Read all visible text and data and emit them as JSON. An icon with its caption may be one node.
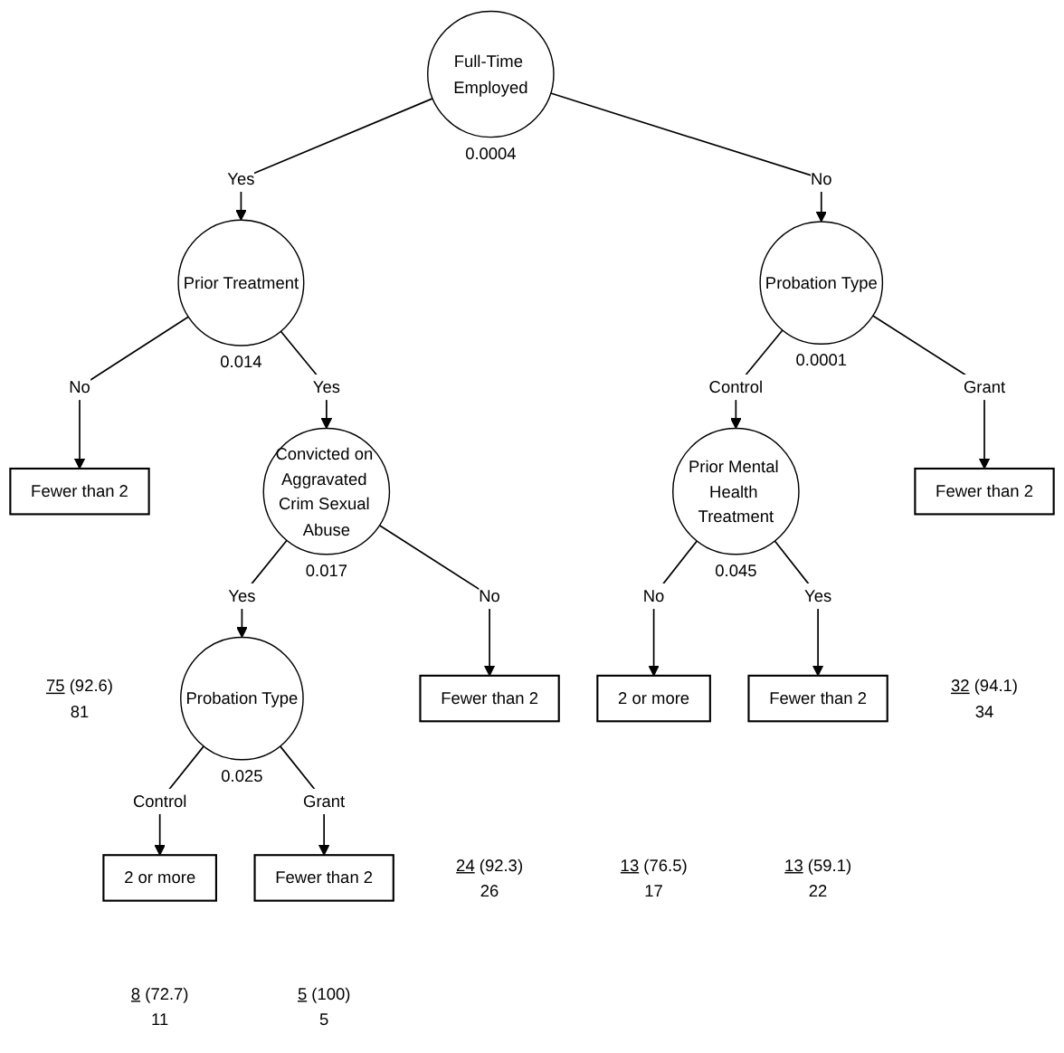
{
  "diagram": {
    "nodes": [
      {
        "text": [
          "Full-Time Employed"
        ],
        "beside": [
          "0.0004"
        ]
      },
      {
        "text": [
          "Prior Treatment"
        ],
        "beside": [
          "0.014"
        ]
      },
      {
        "text": [
          "Probation Type"
        ],
        "beside": [
          "0.0001"
        ]
      },
      {
        "text": [
          "Fewer than 2"
        ],
        "beside": [
          "75",
          "81",
          "(92.6)"
        ]
      },
      {
        "text": [
          "Convicted on Aggravated Crim Sexual Abuse"
        ],
        "beside": [
          "0.017"
        ]
      },
      {
        "text": [
          "Prior Mental Health Treatment"
        ],
        "beside": [
          "0.045"
        ]
      },
      {
        "text": [
          "Fewer than 2"
        ],
        "beside": [
          "32",
          "34",
          "(94.1)"
        ]
      },
      {
        "text": [
          "Fewer than 2"
        ],
        "beside": [
          "24",
          "26",
          "(92.3)"
        ]
      },
      {
        "text": [
          "2 or more"
        ],
        "beside": [
          "13",
          "17",
          "(76.5)"
        ]
      },
      {
        "text": [
          "Fewer than 2"
        ],
        "beside": [
          "13",
          "22",
          "(59.1)"
        ]
      },
      {
        "text": [
          "Probation Type"
        ],
        "beside": [
          "0.025"
        ]
      },
      {
        "text": [
          "2 or more"
        ],
        "beside": [
          "8",
          "11",
          "(72.7)"
        ]
      },
      {
        "text": [
          "Fewer than 2"
        ],
        "beside": [
          "5",
          "5",
          "(100)"
        ]
      }
    ],
    "edges": [
      {
        "from": 0,
        "to": 1,
        "arrow": "to",
        "label": "Yes"
      },
      {
        "from": 0,
        "to": 2,
        "arrow": "to",
        "label": "No"
      },
      {
        "from": 1,
        "to": 3,
        "arrow": "to",
        "label": "No"
      },
      {
        "from": 1,
        "to": 4,
        "arrow": "to",
        "label": "Yes"
      },
      {
        "from": 2,
        "to": 5,
        "arrow": "to",
        "label": "Control"
      },
      {
        "from": 2,
        "to": 6,
        "arrow": "to",
        "label": "Grant"
      },
      {
        "from": 4,
        "to": 10,
        "arrow": "to",
        "label": "Yes"
      },
      {
        "from": 4,
        "to": 7,
        "arrow": "to",
        "label": "No"
      },
      {
        "from": 5,
        "to": 8,
        "arrow": "to",
        "label": "No"
      },
      {
        "from": 5,
        "to": 9,
        "arrow": "to",
        "label": "Yes"
      },
      {
        "from": 10,
        "to": 11,
        "arrow": "to",
        "label": "Control"
      },
      {
        "from": 10,
        "to": 12,
        "arrow": "to",
        "label": "Grant"
      }
    ]
  }
}
